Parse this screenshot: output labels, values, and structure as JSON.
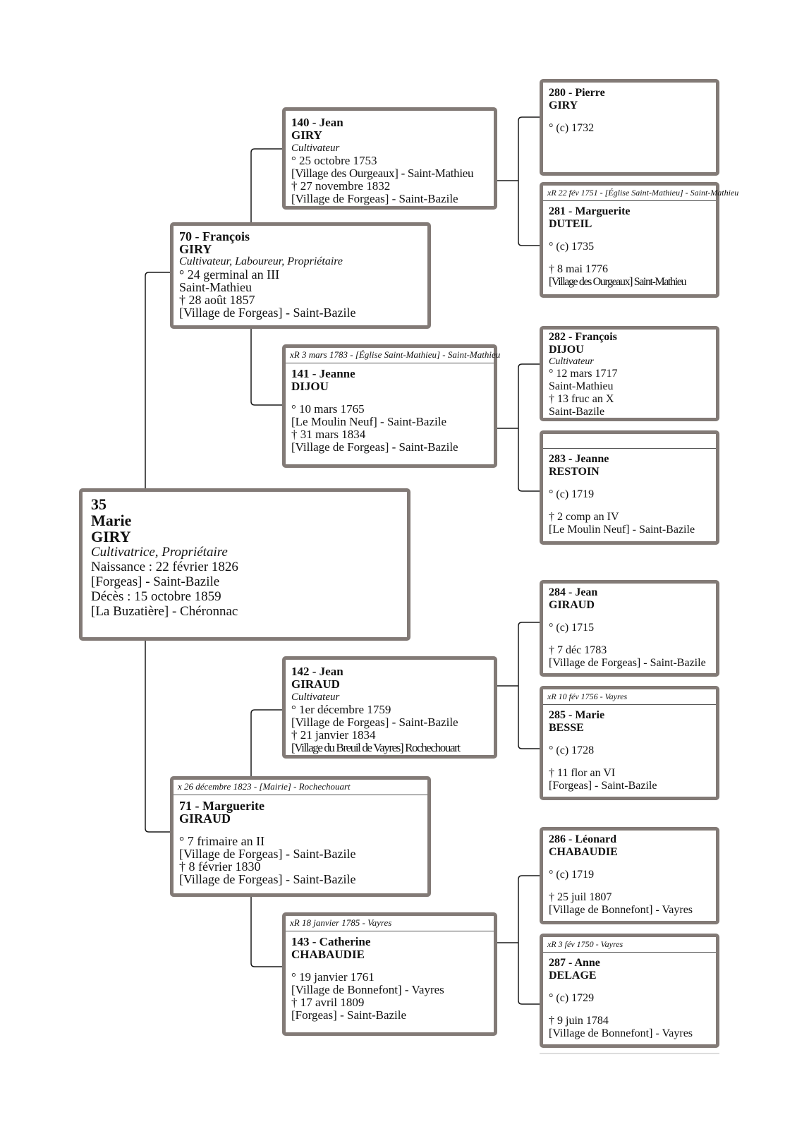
{
  "root": {
    "num": "35",
    "first": "Marie",
    "last": "GIRY",
    "occupation": "Cultivatrice, Propriétaire",
    "birth": "Naissance : 22 février 1826",
    "birth_place": "[Forgeas] - Saint-Bazile",
    "death": "Décès : 15 octobre 1859",
    "death_place": "[La Buzatière] - Chéronnac"
  },
  "p70": {
    "name": "70 - François",
    "surname": "GIRY",
    "occupation": "Cultivateur, Laboureur, Propriétaire",
    "birth": "° 24 germinal an III",
    "birth_place": "Saint-Mathieu",
    "death": "† 28 août 1857",
    "death_place": "[Village de Forgeas] - Saint-Bazile"
  },
  "p71": {
    "marriage": "x 26 décembre 1823 - [Mairie] - Rochechouart",
    "name": "71 - Marguerite",
    "surname": "GIRAUD",
    "birth": "° 7 frimaire an II",
    "birth_place": "[Village de Forgeas] - Saint-Bazile",
    "death": "† 8 février 1830",
    "death_place": "[Village de Forgeas] - Saint-Bazile"
  },
  "p140": {
    "name": "140 - Jean",
    "surname": "GIRY",
    "occupation": "Cultivateur",
    "birth": "° 25 octobre 1753",
    "birth_place": "[Village des Ourgeaux] - Saint-Mathieu",
    "death": "† 27 novembre 1832",
    "death_place": "[Village de Forgeas] - Saint-Bazile"
  },
  "p141": {
    "marriage": "xR 3 mars 1783 - [Église Saint-Mathieu] - Saint-Mathieu",
    "name": "141 - Jeanne",
    "surname": "DIJOU",
    "birth": "° 10 mars 1765",
    "birth_place": "[Le Moulin Neuf] - Saint-Bazile",
    "death": "† 31 mars 1834",
    "death_place": "[Village de Forgeas] - Saint-Bazile"
  },
  "p142": {
    "name": "142 - Jean",
    "surname": "GIRAUD",
    "occupation": "Cultivateur",
    "birth": "° 1er décembre 1759",
    "birth_place": "[Village de Forgeas] - Saint-Bazile",
    "death": "† 21 janvier 1834",
    "death_place": "[Village du Breuil de Vayres] Rochechouart"
  },
  "p143": {
    "marriage": "xR 18 janvier 1785 - Vayres",
    "name": "143 - Catherine",
    "surname": "CHABAUDIE",
    "birth": "° 19 janvier 1761",
    "birth_place": "[Village de Bonnefont] - Vayres",
    "death": "† 17 avril 1809",
    "death_place": "[Forgeas] - Saint-Bazile"
  },
  "p280": {
    "name": "280 - Pierre",
    "surname": "GIRY",
    "birth": "° (c) 1732"
  },
  "p281": {
    "marriage": "xR 22 fév 1751 - [Église Saint-Mathieu] - Saint-Mathieu",
    "name": "281 - Marguerite",
    "surname": "DUTEIL",
    "birth": "° (c) 1735",
    "death": "† 8 mai 1776",
    "death_place": "[Village des Ourgeaux] Saint-Mathieu"
  },
  "p282": {
    "name": "282 - François",
    "surname": "DIJOU",
    "occupation": "Cultivateur",
    "birth": "° 12 mars 1717",
    "birth_place": "Saint-Mathieu",
    "death": "† 13 fruc an X",
    "death_place": "Saint-Bazile"
  },
  "p283": {
    "name": "283 - Jeanne",
    "surname": "RESTOIN",
    "birth": "° (c) 1719",
    "death": "† 2 comp an IV",
    "death_place": "[Le Moulin Neuf] - Saint-Bazile"
  },
  "p284": {
    "name": "284 - Jean",
    "surname": "GIRAUD",
    "birth": "° (c) 1715",
    "death": "† 7 déc 1783",
    "death_place": "[Village de Forgeas] - Saint-Bazile"
  },
  "p285": {
    "marriage": "xR 10 fév 1756 - Vayres",
    "name": "285 - Marie",
    "surname": "BESSE",
    "birth": "° (c) 1728",
    "death": "† 11 flor an VI",
    "death_place": "[Forgeas] - Saint-Bazile"
  },
  "p286": {
    "name": "286 - Léonard",
    "surname": "CHABAUDIE",
    "birth": "° (c) 1719",
    "death": "† 25 juil 1807",
    "death_place": "[Village de Bonnefont] - Vayres"
  },
  "p287": {
    "marriage": "xR 3 fév 1750 - Vayres",
    "name": "287 - Anne",
    "surname": "DELAGE",
    "birth": "° (c) 1729",
    "death": "† 9 juin 1784",
    "death_place": "[Village de Bonnefont] - Vayres"
  }
}
